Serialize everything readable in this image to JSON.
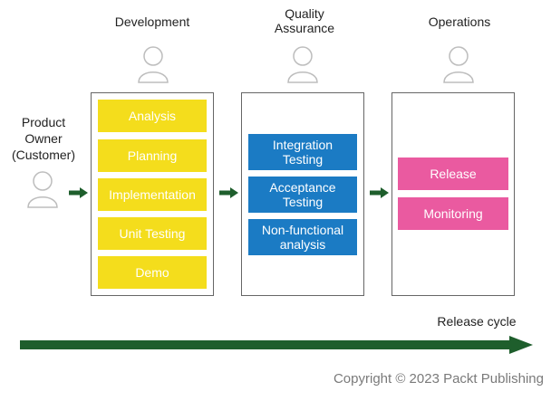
{
  "headings": {
    "development": "Development",
    "quality": "Quality\nAssurance",
    "operations": "Operations"
  },
  "product_owner": "Product\nOwner\n(Customer)",
  "development_steps": [
    "Analysis",
    "Planning",
    "Implementation",
    "Unit Testing",
    "Demo"
  ],
  "qa_steps": [
    "Integration\nTesting",
    "Acceptance\nTesting",
    "Non-functional\nanalysis"
  ],
  "ops_steps": [
    "Release",
    "Monitoring"
  ],
  "release_cycle": "Release cycle",
  "copyright": "Copyright © 2023 Packt Publishing",
  "colors": {
    "development": "#f4dd1c",
    "qa": "#1b7bc4",
    "operations": "#ea5aa0",
    "arrow": "#1e5e2c"
  },
  "icons": [
    "user-icon",
    "arrow-right-icon"
  ]
}
